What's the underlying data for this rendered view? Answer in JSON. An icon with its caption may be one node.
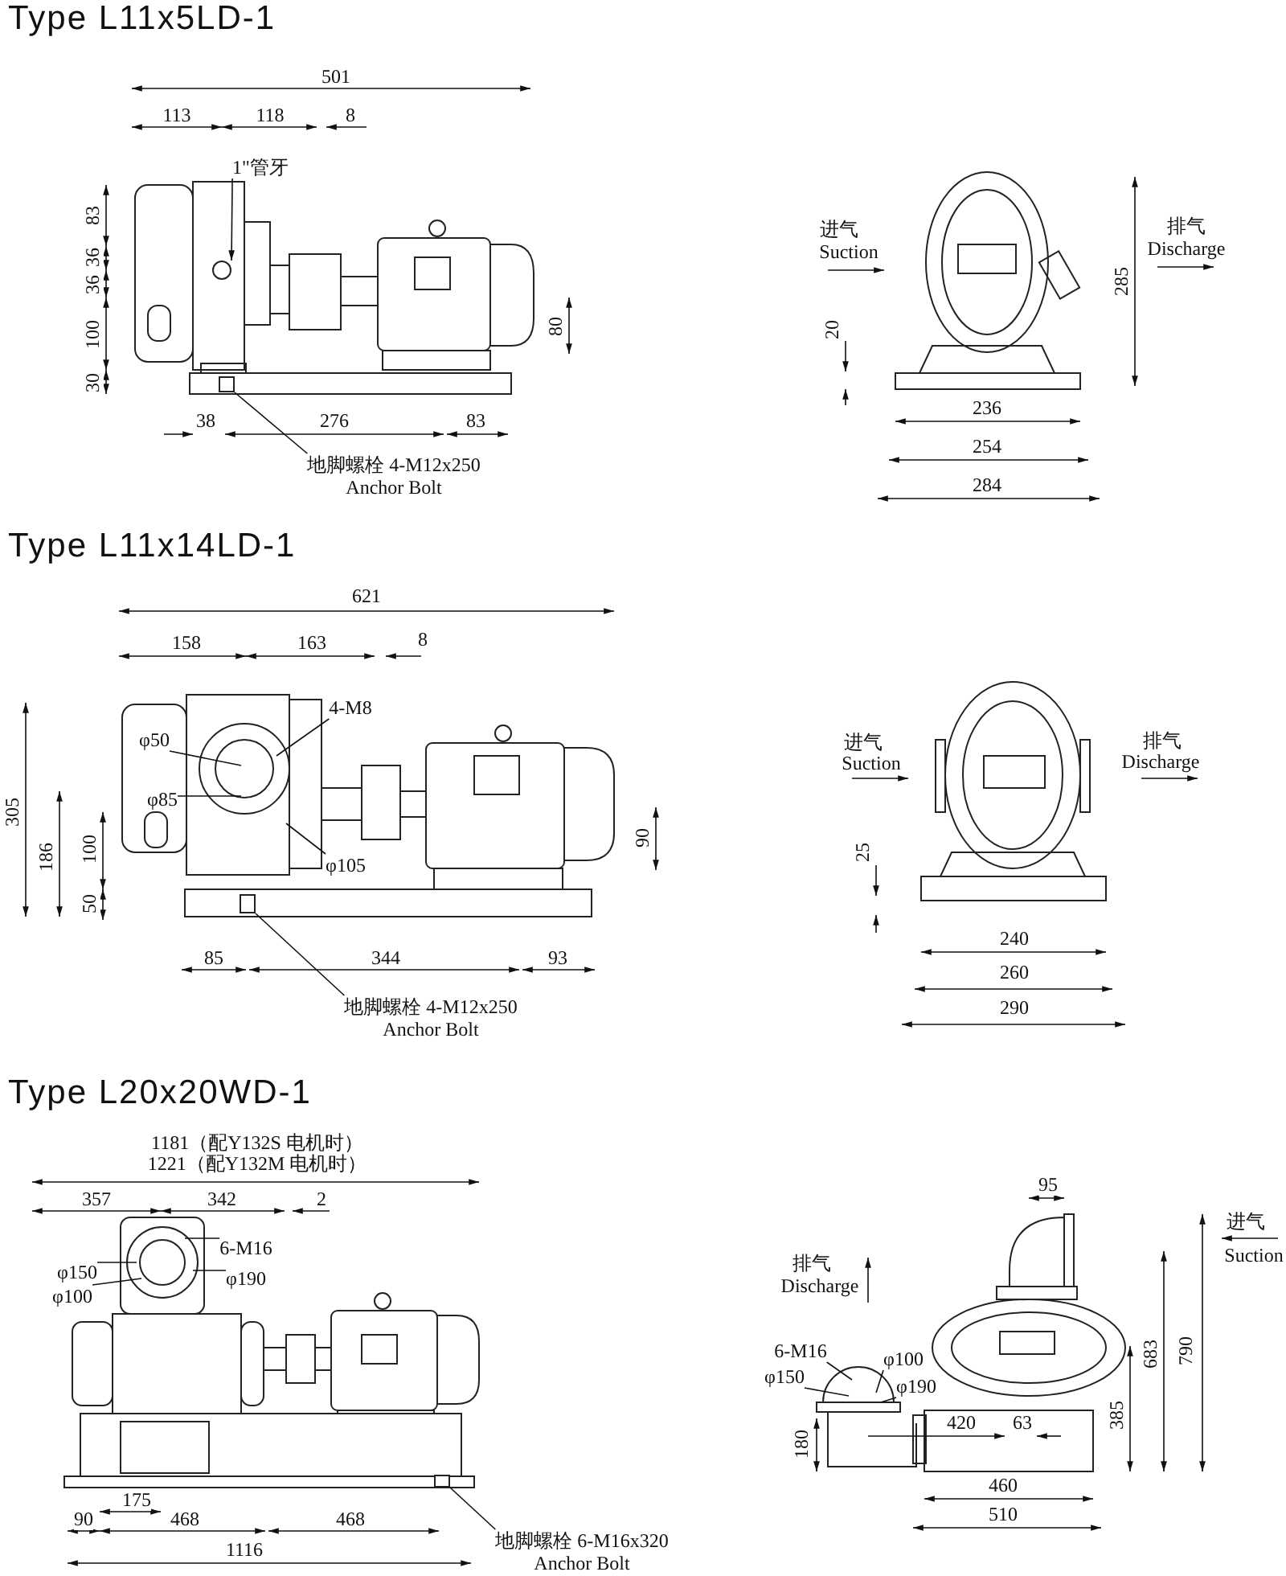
{
  "diagram": {
    "nodes": [
      {
        "text": [
          "1\"管牙"
        ]
      },
      {
        "text": [
          "地脚螺栓 4-M12x250",
          "Anchor Bolt"
        ]
      },
      {
        "text": [
          "4-M8"
        ]
      },
      {
        "text": [
          "φ50"
        ]
      },
      {
        "text": [
          "φ85"
        ]
      },
      {
        "text": [
          "φ105"
        ]
      },
      {
        "text": [
          "地脚螺栓 4-M12x250",
          "Anchor Bolt"
        ]
      },
      {
        "text": [
          "6-M16"
        ]
      },
      {
        "text": [
          "φ150"
        ]
      },
      {
        "text": [
          "φ100"
        ]
      },
      {
        "text": [
          "φ190"
        ]
      },
      {
        "text": [
          "地脚螺栓 6-M16x320",
          "Anchor Bolt"
        ]
      },
      {
        "text": [
          "6-M16"
        ]
      },
      {
        "text": [
          "φ150"
        ]
      },
      {
        "text": [
          "φ100"
        ]
      },
      {
        "text": [
          "φ190"
        ]
      },
      {
        "text": [],
        "shape": "circle"
      },
      {
        "text": [],
        "shape": "box"
      },
      {
        "text": [],
        "shape": "box"
      },
      {
        "text": [],
        "shape": "box"
      }
    ],
    "edges": [
      {
        "from": 0,
        "to": 16,
        "arrow": "to"
      },
      {
        "from": 1,
        "to": 17,
        "arrow": "none"
      },
      {
        "from": 2,
        "to": null,
        "arrow": "none"
      },
      {
        "from": 3,
        "to": null,
        "arrow": "none"
      },
      {
        "from": 4,
        "to": null,
        "arrow": "none"
      },
      {
        "from": 5,
        "to": null,
        "arrow": "none"
      },
      {
        "from": 6,
        "to": 18,
        "arrow": "none"
      },
      {
        "from": 7,
        "to": null,
        "arrow": "none"
      },
      {
        "from": 8,
        "to": null,
        "arrow": "none"
      },
      {
        "from": 9,
        "to": null,
        "arrow": "none"
      },
      {
        "from": 10,
        "to": null,
        "arrow": "none"
      },
      {
        "from": 11,
        "to": 19,
        "arrow": "none"
      },
      {
        "from": 12,
        "to": null,
        "arrow": "none"
      },
      {
        "from": 13,
        "to": null,
        "arrow": "none"
      },
      {
        "from": 14,
        "to": null,
        "arrow": "none"
      },
      {
        "from": 15,
        "to": null,
        "arrow": "none"
      }
    ],
    "labels": [
      "Type L11x5LD-1",
      "501",
      "113",
      "118",
      "8",
      "83",
      "36",
      "36",
      "100",
      "30",
      "80",
      "38",
      "276",
      "83",
      "进气",
      "Suction",
      "排气",
      "Discharge",
      "285",
      "20",
      "236",
      "254",
      "284",
      "Type L11x14LD-1",
      "621",
      "158",
      "163",
      "8",
      "305",
      "186",
      "100",
      "50",
      "90",
      "85",
      "344",
      "93",
      "进气",
      "Suction",
      "排气",
      "Discharge",
      "25",
      "240",
      "260",
      "290",
      "Type L20x20WD-1",
      "1181（配Y132S 电机时）",
      "1221（配Y132M 电机时）",
      "357",
      "342",
      "2",
      "175",
      "90",
      "468",
      "468",
      "1116",
      "95",
      "进气",
      "Suction",
      "排气",
      "Discharge",
      "683",
      "790",
      "385",
      "180",
      "420",
      "63",
      "460",
      "510"
    ]
  }
}
